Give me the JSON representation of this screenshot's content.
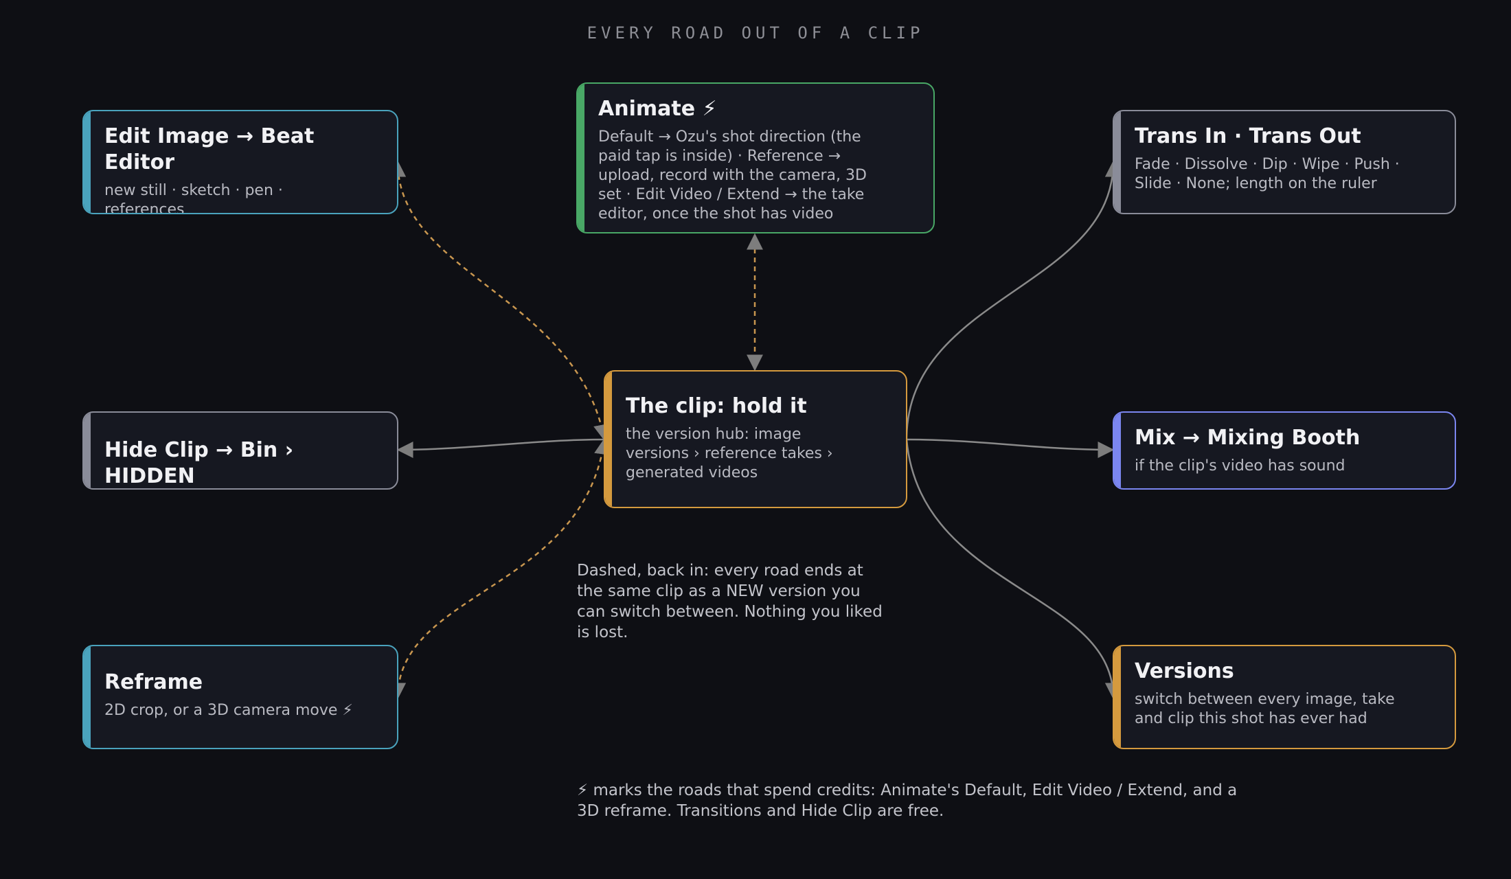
{
  "title": "EVERY ROAD OUT OF A CLIP",
  "colors": {
    "background": "#0e0f14",
    "node_fill": "#161821",
    "teal": "#4aa3bd",
    "green": "#49a866",
    "amber": "#d59a3e",
    "gray": "#8a8c99",
    "indigo": "#7b86f0",
    "edge_dashed": "#c8964f",
    "edge_solid": "#8a8a8a",
    "arrowhead": "#7d7d7d"
  },
  "nodes": {
    "hub": {
      "title": "The clip: hold it",
      "subtitle": "the version hub: image versions › reference takes › generated videos"
    },
    "animate": {
      "title": "Animate ⚡",
      "subtitle": "Default → Ozu's shot direction (the paid tap is inside) · Reference → upload, record with the camera, 3D set · Edit Video / Extend → the take editor, once the shot has video"
    },
    "edit_image": {
      "title": "Edit Image → Beat Editor",
      "subtitle": "new still · sketch · pen · references"
    },
    "trans": {
      "title": "Trans In · Trans Out",
      "subtitle": "Fade · Dissolve · Dip · Wipe · Push · Slide · None; length on the ruler"
    },
    "hide": {
      "title": "Hide Clip → Bin › HIDDEN",
      "subtitle": ""
    },
    "mix": {
      "title": "Mix → Mixing Booth",
      "subtitle": "if the clip's video has sound"
    },
    "reframe": {
      "title": "Reframe",
      "subtitle": "2D crop, or a 3D camera move ⚡"
    },
    "versions": {
      "title": "Versions",
      "subtitle": "switch between every image, take and clip this shot has ever had"
    }
  },
  "edges": [
    {
      "from": "hub",
      "to": "animate",
      "style": "dashed",
      "direction": "both"
    },
    {
      "from": "hub",
      "to": "edit_image",
      "style": "dashed",
      "direction": "both"
    },
    {
      "from": "hub",
      "to": "reframe",
      "style": "dashed",
      "direction": "both"
    },
    {
      "from": "hub",
      "to": "hide",
      "style": "solid",
      "direction": "forward"
    },
    {
      "from": "hub",
      "to": "trans",
      "style": "solid",
      "direction": "forward"
    },
    {
      "from": "hub",
      "to": "mix",
      "style": "solid",
      "direction": "forward"
    },
    {
      "from": "hub",
      "to": "versions",
      "style": "solid",
      "direction": "forward"
    }
  ],
  "notes": {
    "dashed": "Dashed, back in: every road ends at the same clip as a NEW version you can switch between. Nothing you liked is lost.",
    "credits": "⚡ marks the roads that spend credits: Animate's Default, Edit Video / Extend, and a 3D reframe. Transitions and Hide Clip are free."
  }
}
